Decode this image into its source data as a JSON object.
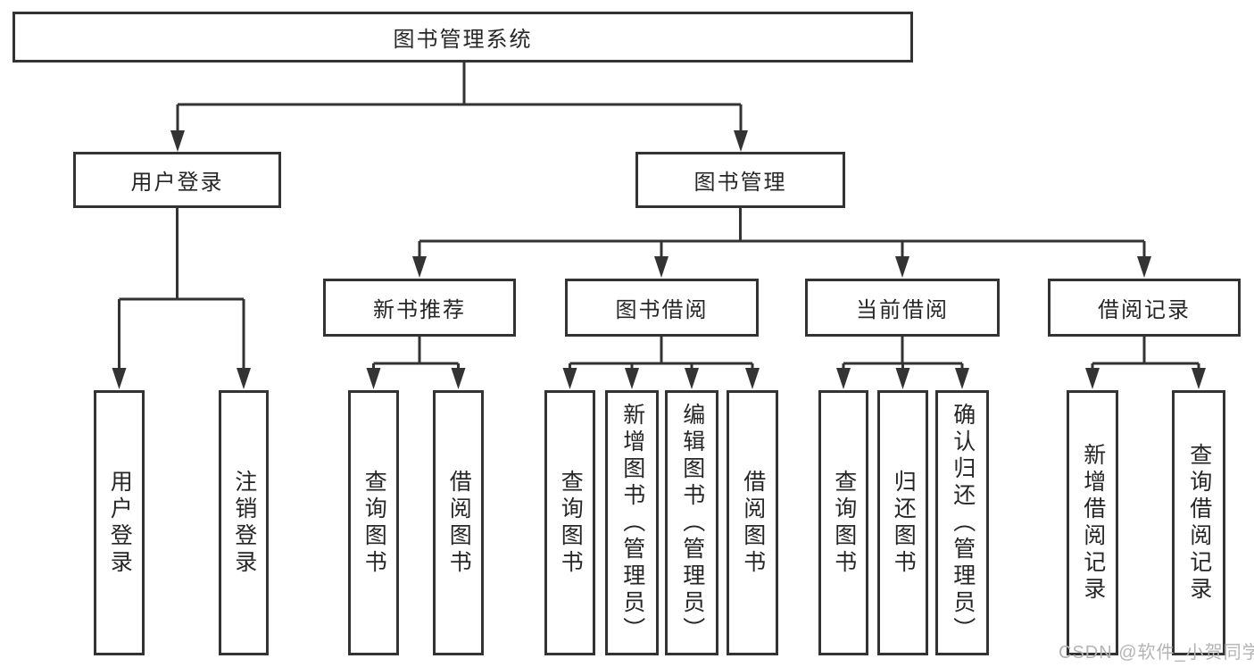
{
  "colors": {
    "line": "#333333",
    "box_border": "#333333",
    "text": "#262626",
    "background": "#ffffff",
    "watermark": "#b4b4b4"
  },
  "watermark": {
    "text": "CSDN @软件_小贺同学"
  },
  "diagram": {
    "root": {
      "label": "图书管理系统"
    },
    "level2": [
      {
        "label": "用户登录",
        "children": [
          "用户登录",
          "注销登录"
        ]
      },
      {
        "label": "图书管理"
      }
    ],
    "level3": [
      {
        "label": "新书推荐",
        "children": [
          "查询图书",
          "借阅图书"
        ]
      },
      {
        "label": "图书借阅",
        "children": [
          "查询图书",
          "新增图书（管理员）",
          "编辑图书（管理员）",
          "借阅图书"
        ]
      },
      {
        "label": "当前借阅",
        "children": [
          "查询图书",
          "归还图书",
          "确认归还（管理员）"
        ]
      },
      {
        "label": "借阅记录",
        "children": [
          "新增借阅记录",
          "查询借阅记录"
        ]
      }
    ]
  }
}
